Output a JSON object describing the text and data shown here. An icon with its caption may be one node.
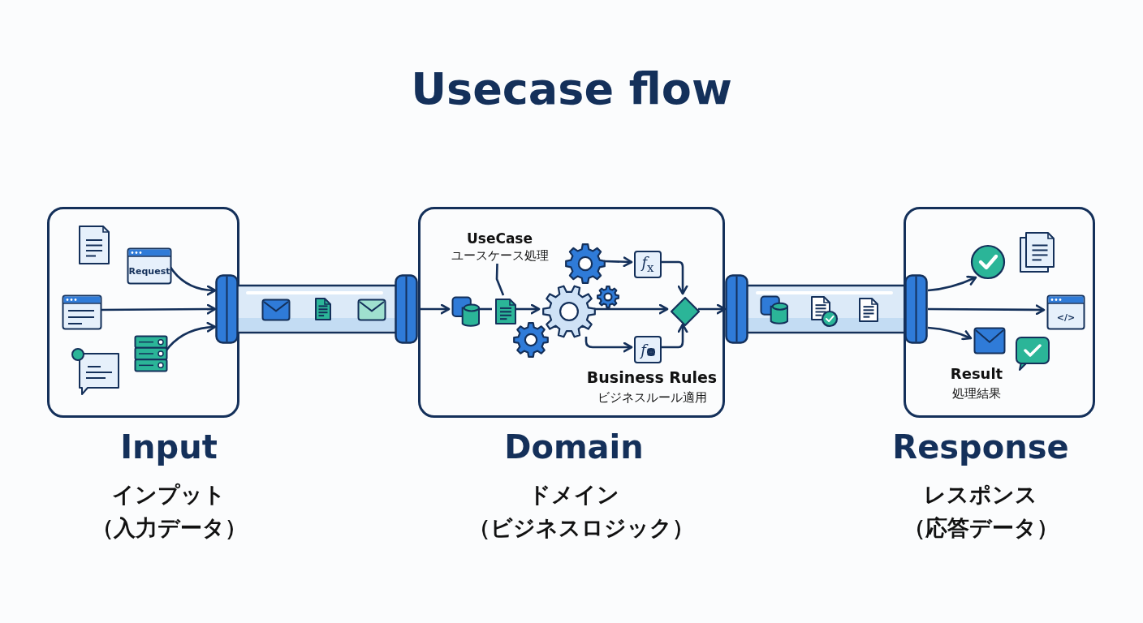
{
  "diagram": {
    "title": "Usecase flow",
    "nodes": [
      {
        "text": [
          "Input",
          "インプット（入力データ）"
        ]
      },
      {
        "text": [
          "Request"
        ],
        "in": 0
      },
      {
        "text": [],
        "shape": "window",
        "in": 0
      },
      {
        "text": [],
        "shape": "server",
        "in": 0
      },
      {
        "text": [],
        "shape": "pipe"
      },
      {
        "text": [
          "Domain",
          "ドメイン（ビジネスロジック）"
        ]
      },
      {
        "text": [
          "UseCase",
          "ユースケース処理"
        ],
        "in": 5
      },
      {
        "text": [],
        "shape": "database",
        "in": 5
      },
      {
        "text": [],
        "shape": "document",
        "in": 5
      },
      {
        "text": [],
        "shape": "gear",
        "in": 5
      },
      {
        "text": [
          "*f*$_{x}$"
        ],
        "in": 5
      },
      {
        "text": [],
        "shape": "gear",
        "in": 5
      },
      {
        "text": [
          "*f*"
        ],
        "in": 5
      },
      {
        "text": [],
        "shape": "diamond",
        "in": 5
      },
      {
        "text": [],
        "shape": "pipe"
      },
      {
        "text": [
          "Response",
          "レスポンス（応答データ）"
        ]
      },
      {
        "text": [],
        "shape": "circle",
        "in": 15
      },
      {
        "text": [
          "</>"
        ],
        "in": 15
      },
      {
        "text": [],
        "shape": "envelope",
        "in": 15
      }
    ],
    "edges": [
      {
        "from": 1,
        "to": 4,
        "arrow": "to"
      },
      {
        "from": 2,
        "to": 4,
        "arrow": "to"
      },
      {
        "from": 3,
        "to": 4,
        "arrow": "to"
      },
      {
        "from": 4,
        "to": 7,
        "arrow": "to"
      },
      {
        "from": 7,
        "to": 8,
        "arrow": "none"
      },
      {
        "from": 8,
        "to": 11,
        "arrow": "to"
      },
      {
        "from": 9,
        "to": 10,
        "arrow": "to"
      },
      {
        "from": 10,
        "to": 13,
        "arrow": "to"
      },
      {
        "from": 11,
        "to": 13,
        "arrow": "to"
      },
      {
        "from": 11,
        "to": 12,
        "arrow": "to"
      },
      {
        "from": 12,
        "to": 13,
        "arrow": "to"
      },
      {
        "from": 13,
        "to": 14,
        "arrow": "to"
      },
      {
        "from": 14,
        "to": 16,
        "arrow": "to"
      },
      {
        "from": 14,
        "to": 17,
        "arrow": "to"
      },
      {
        "from": 14,
        "to": 18,
        "arrow": "to"
      },
      {
        "from": 6,
        "to": 8,
        "arrow": "none"
      }
    ],
    "labels": [
      "Business Rules",
      "ビジネスルール適用",
      "Result",
      "処理結果"
    ]
  }
}
